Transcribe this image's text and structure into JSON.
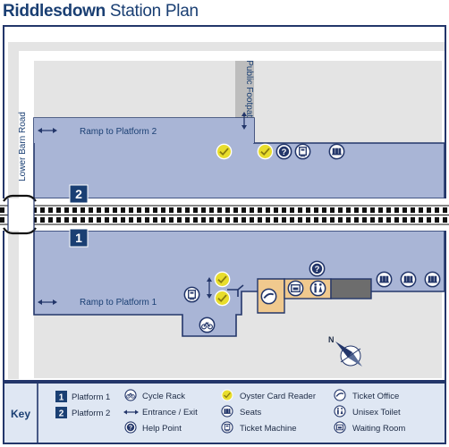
{
  "title": {
    "part1": "Riddlesdown",
    "part2": " Station Plan"
  },
  "labels": {
    "road": "Lower Barn Road",
    "ramp2": "Ramp to Platform 2",
    "ramp1": "Ramp to Platform 1",
    "footpath": "Public Footpath",
    "platform2_number": "2",
    "platform1_number": "1",
    "north": "N"
  },
  "key": {
    "heading": "Key",
    "items": [
      {
        "icon": "platform-1-badge",
        "glyph": "1",
        "label": "Platform 1"
      },
      {
        "icon": "platform-2-badge",
        "glyph": "2",
        "label": "Platform 2"
      },
      {
        "icon": "cycle-rack-icon",
        "label": "Cycle Rack"
      },
      {
        "icon": "entrance-exit-arrow-icon",
        "label": "Entrance / Exit"
      },
      {
        "icon": "help-point-icon",
        "glyph": "?",
        "label": "Help Point"
      },
      {
        "icon": "oyster-card-reader-icon",
        "label": "Oyster Card Reader"
      },
      {
        "icon": "seats-icon",
        "label": "Seats"
      },
      {
        "icon": "ticket-machine-icon",
        "label": "Ticket Machine"
      },
      {
        "icon": "ticket-office-icon",
        "label": "Ticket Office"
      },
      {
        "icon": "unisex-toilet-icon",
        "label": "Unisex Toilet"
      },
      {
        "icon": "waiting-room-icon",
        "label": "Waiting Room"
      }
    ]
  },
  "colors": {
    "title": "#1a3f73",
    "platform": "#a9b5d6",
    "outline": "#23366a",
    "ground": "#e4e4e4",
    "oyster": "#e8dd2c",
    "ticket_office": "#f0c98e",
    "key_bg": "#dfe7f3"
  }
}
